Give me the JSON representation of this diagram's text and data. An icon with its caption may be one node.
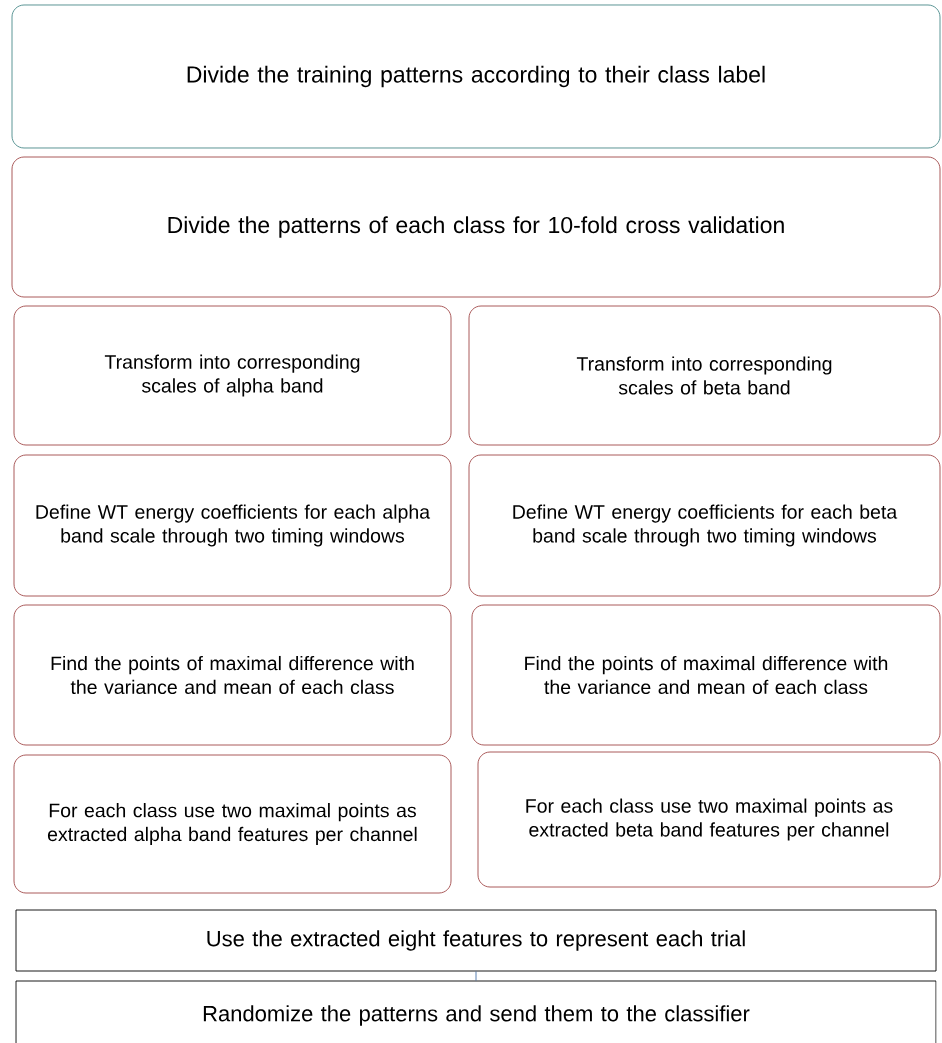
{
  "diagram": {
    "nodes": [
      {
        "text": [
          "Divide the training patterns according to their class label"
        ]
      },
      {
        "text": [
          "Divide the patterns of each class for 10-fold cross validation"
        ]
      },
      {
        "text": [
          "Transform into corresponding scales of alpha band"
        ]
      },
      {
        "text": [
          "Transform into corresponding scales of beta band"
        ]
      },
      {
        "text": [
          "Define WT energy coefficients for each alpha band scale through two timing windows"
        ]
      },
      {
        "text": [
          "Define WT energy coefficients for each beta band scale through two timing windows"
        ]
      },
      {
        "text": [
          "Find the points of maximal difference with the variance and mean of each class"
        ]
      },
      {
        "text": [
          "Find the points of maximal difference with the variance and mean of each class"
        ]
      },
      {
        "text": [
          "For each class use two maximal points as extracted alpha band features per channel"
        ]
      },
      {
        "text": [
          "For each class use two maximal points as extracted beta band features per channel"
        ]
      },
      {
        "text": [
          "Use the extracted eight features to represent each trial"
        ]
      },
      {
        "text": [
          "Randomize the patterns and send them to the classifier"
        ]
      }
    ],
    "edges": [
      {
        "from": 10,
        "to": 11,
        "arrow": "none"
      }
    ]
  }
}
